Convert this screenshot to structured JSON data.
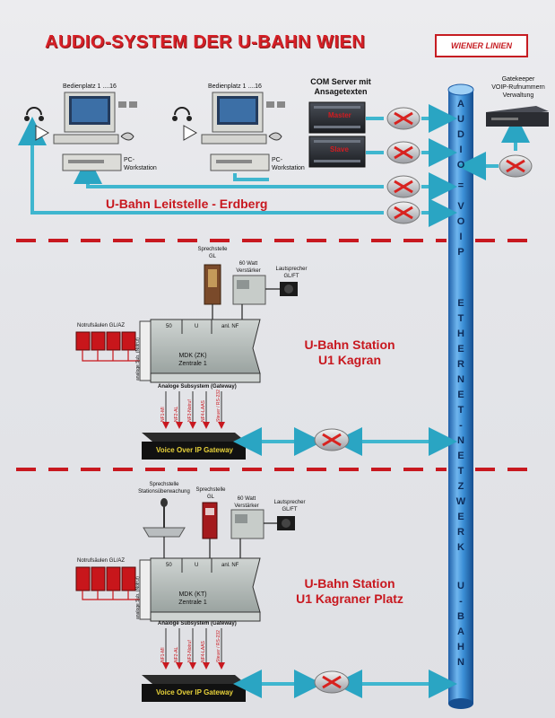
{
  "header": {
    "title": "AUDIO-SYSTEM  DER U-BAHN WIEN",
    "logo_text": "WIENER LINIEN"
  },
  "control_center": {
    "workstation1": {
      "label": "Bedienplatz 1 ....16",
      "pc_label": "PC-\nWorkstation"
    },
    "workstation2": {
      "label": "Bedienplatz 1 ....16",
      "pc_label": "PC-\nWorkstation"
    },
    "com_server": {
      "title": "COM Server mit\nAnsagetexten",
      "master": "Master",
      "slave": "Slave"
    },
    "gatekeeper": {
      "label": "Gatekeeper\nVOIP-Rufnummern\nVerwaltung"
    },
    "name": "U-Bahn Leitstelle - Erdberg"
  },
  "backbone": {
    "chars": [
      "A",
      "U",
      "D",
      "I",
      "O",
      "=",
      "V",
      "O",
      "I",
      "P",
      "E",
      "T",
      "H",
      "E",
      "R",
      "N",
      "E",
      "T",
      "-",
      "N",
      "E",
      "T",
      "Z",
      "W",
      "E",
      "R",
      "K",
      "U",
      "-",
      "B",
      "A",
      "H",
      "N"
    ]
  },
  "station1": {
    "sprechstelle": "Sprechstelle\nGL",
    "verstaerker": "60 Watt\nVerstärker",
    "lautsprecher": "Lautsprecher\nGL/FT",
    "notruf": "Notrufsäulen GL/AZ",
    "ports": [
      "50",
      "U",
      "anl. NF"
    ],
    "mdk": "MDK (ZK)\nZentrale 1",
    "analog_side": "analoge Sub. (Notruf)",
    "subsystem": "Analoge Subsystem (Gateway)",
    "lines": [
      "NF1-MI",
      "NF2-AL",
      "NF3-Notruf",
      "NF4-LAAS",
      "Steuer / RS-232"
    ],
    "gateway": "Voice Over IP Gateway",
    "name": "U-Bahn Station\nU1 Kagran"
  },
  "station2": {
    "sprechstelle_ue": "Sprechstelle\nStationsüberwachung",
    "sprechstelle": "Sprechstelle\nGL",
    "verstaerker": "60 Watt\nVerstärker",
    "lautsprecher": "Lautsprecher\nGL/FT",
    "notruf": "Notrufsäulen GL/AZ",
    "ports": [
      "50",
      "U",
      "anl. NF"
    ],
    "mdk": "MDK (KT)\nZentrale 1",
    "analog_side": "analoge Sub. (Notruf)",
    "subsystem": "Analoge Subsystem (Gateway)",
    "lines": [
      "NF1-MI",
      "NF2-AL",
      "NF3-Notruf",
      "NF4-LAAS",
      "Steuer / RS-232"
    ],
    "gateway": "Voice Over IP Gateway",
    "name": "U-Bahn Station\nU1 Kagraner Platz"
  },
  "colors": {
    "accent_red": "#c8181f",
    "pipe_blue": "#3b8fd6",
    "link_cyan": "#3fb6cf",
    "gateway_black": "#111111"
  }
}
